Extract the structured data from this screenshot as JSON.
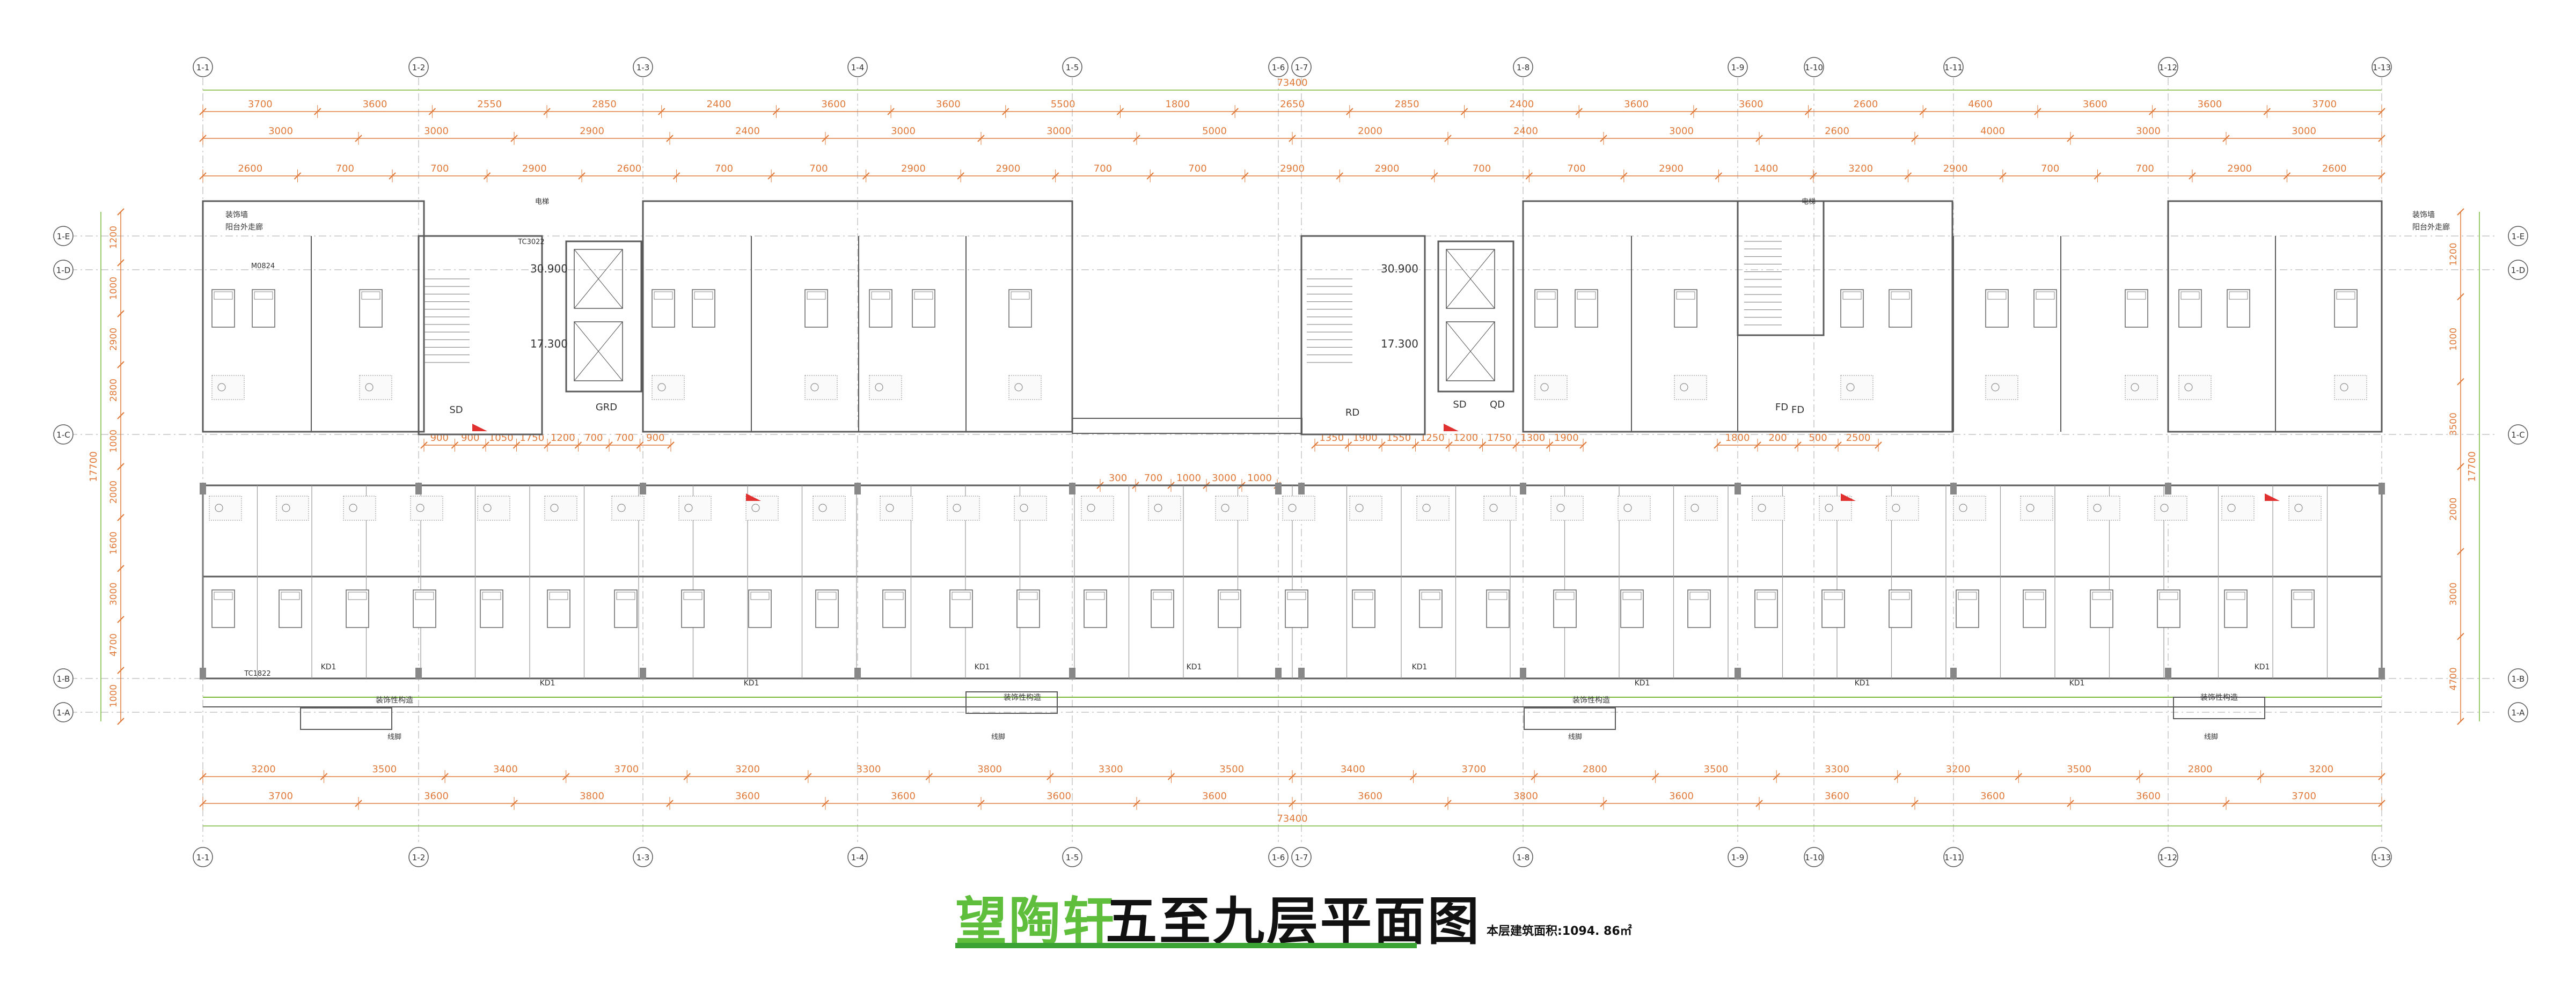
{
  "drawing": {
    "title_green": "望陶轩",
    "title_black": "五至九层平面图",
    "area_label": "本层建筑面积:1094. 86㎡",
    "colors": {
      "wall": "#5a5a5a",
      "dim": "#e07a3a",
      "grid": "#7ab83a",
      "accent": "#e03030",
      "text": "#333333",
      "title_green": "#5fbe3c",
      "underline": "#3aa334"
    }
  },
  "axes": {
    "columns": [
      "1-1",
      "1-2",
      "1-3",
      "1-4",
      "1-5",
      "1-6",
      "1-7",
      "1-8",
      "1-9",
      "1-10",
      "1-11",
      "1-12",
      "1-13"
    ],
    "rows": [
      "1-E",
      "1-D",
      "1-C",
      "1-B",
      "1-A"
    ]
  },
  "dimensions": {
    "top_total": "73400",
    "top_row1": [
      "3700",
      "3600",
      "2550",
      "2850",
      "2400",
      "3600",
      "3600",
      "5500",
      "1800",
      "2650",
      "2850",
      "2400",
      "3600",
      "3600",
      "2600",
      "4600",
      "3600",
      "3600",
      "3700"
    ],
    "top_row2": [
      "3000",
      "3000",
      "2900",
      "2400",
      "3000",
      "3000",
      "5000",
      "2000",
      "2400",
      "3000",
      "2600",
      "4000",
      "3000",
      "3000"
    ],
    "top_row3": [
      "2600",
      "700",
      "700",
      "2900",
      "2600",
      "700",
      "700",
      "2900",
      "2900",
      "700",
      "700",
      "2900",
      "2900",
      "700",
      "700",
      "2900",
      "1400",
      "3200",
      "2900",
      "700",
      "700",
      "2900",
      "2600"
    ],
    "bottom_row1": [
      "3200",
      "3500",
      "3400",
      "3700",
      "3200",
      "3300",
      "3800",
      "3300",
      "3500",
      "3400",
      "3700",
      "2800",
      "3500",
      "3300",
      "3200",
      "3500",
      "2800",
      "3200"
    ],
    "bottom_row2": [
      "3700",
      "3600",
      "3800",
      "3600",
      "3600",
      "3600",
      "3600",
      "3600",
      "3800",
      "3600",
      "3600",
      "3600",
      "3600",
      "3700"
    ],
    "bottom_total": "73400",
    "left_vertical": [
      "1200",
      "1000",
      "2900",
      "2800",
      "1000",
      "2000",
      "1600",
      "3000",
      "4700",
      "1000"
    ],
    "left_total": "17700",
    "right_vertical": [
      "1200",
      "1000",
      "3500",
      "2000",
      "3000",
      "4700"
    ],
    "right_total": "17700",
    "mid_strings": [
      "900",
      "900",
      "1050",
      "1750",
      "1200",
      "700",
      "700",
      "900",
      "1350",
      "1900",
      "1550",
      "1250",
      "1200",
      "1750",
      "1300",
      "1900",
      "1800",
      "200",
      "500",
      "2500",
      "300",
      "700",
      "1000",
      "3000",
      "1000"
    ]
  },
  "labels": {
    "elevations": [
      "30.900",
      "17.300",
      "30.900",
      "17.300"
    ],
    "room_codes": [
      "GRD",
      "RD",
      "FD",
      "FD",
      "SD",
      "QD",
      "SD"
    ],
    "balcony_note": [
      "装饰墙",
      "阳台外走廊"
    ],
    "corridor_notes": [
      "装饰性构造",
      "装饰性构造",
      "装饰性构造",
      "装饰性构造"
    ],
    "window_tags": [
      "KD1",
      "KD1",
      "KD1",
      "KD1",
      "KD1",
      "KD1",
      "KD1",
      "KD1",
      "KD1",
      "KD1"
    ],
    "other_tags": [
      "电梯",
      "电梯",
      "线脚",
      "线脚",
      "线脚",
      "线脚",
      "TC1822",
      "TC3022",
      "M0824"
    ]
  }
}
